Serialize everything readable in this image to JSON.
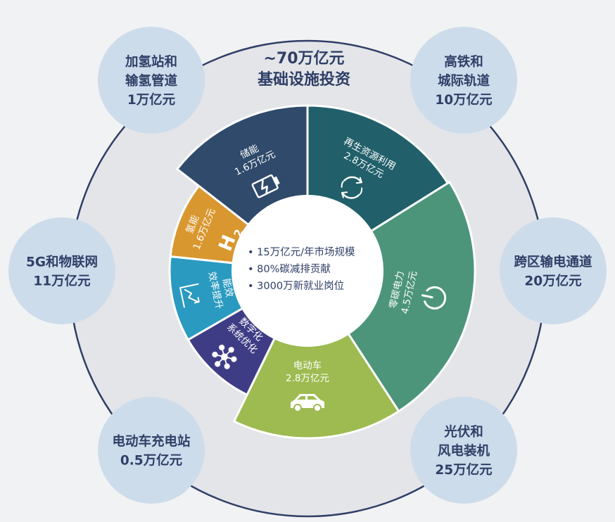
{
  "title": {
    "line1": "~70万亿元",
    "line2": "基础设施投资"
  },
  "center_bullets": [
    "• 15万亿元/年市场规模",
    "• 80%碳减排贡献",
    "• 3000万新就业岗位"
  ],
  "segments": [
    {
      "id": "storage",
      "name": "储能",
      "value_text": "1.6万亿元",
      "value": 1.6,
      "color": "#2f4a6b",
      "icon": "battery-charging-icon"
    },
    {
      "id": "renewable",
      "name": "再生资源利用",
      "value_text": "2.8万亿元",
      "value": 2.8,
      "color": "#21606a",
      "icon": "recycle-arrows-icon"
    },
    {
      "id": "zero-carbon-power",
      "name": "零碳电力",
      "value_text": "4.5万亿元",
      "value": 4.5,
      "color": "#4c957a",
      "icon": "power-button-icon"
    },
    {
      "id": "ev",
      "name": "电动车",
      "value_text": "2.8万亿元",
      "value": 2.8,
      "color": "#9dbb50",
      "icon": "car-icon"
    },
    {
      "id": "digital",
      "name": "数字化",
      "name2": "系统优化",
      "value_text": "",
      "value": 1.8,
      "color": "#3f3c86",
      "icon": "network-nodes-icon"
    },
    {
      "id": "efficiency",
      "name": "能效",
      "name2": "效率提升",
      "value_text": "",
      "value": 1.6,
      "color": "#2a9ac0",
      "icon": "growth-chart-icon"
    },
    {
      "id": "hydrogen",
      "name": "氢能",
      "value_text": "1.6万亿元",
      "value": 1.6,
      "color": "#d9972f",
      "icon": "h2-icon"
    }
  ],
  "bubbles": [
    {
      "id": "hydrogen-stations",
      "lines": [
        "加氢站和",
        "输氢管道",
        "1万亿元"
      ]
    },
    {
      "id": "rail",
      "lines": [
        "高铁和",
        "城际轨道",
        "10万亿元"
      ]
    },
    {
      "id": "5g-iot",
      "lines": [
        "5G和物联网",
        "11万亿元"
      ]
    },
    {
      "id": "transmission",
      "lines": [
        "跨区输电通道",
        "20万亿元"
      ]
    },
    {
      "id": "ev-charging",
      "lines": [
        "电动车充电站",
        "0.5万亿元"
      ]
    },
    {
      "id": "pv-wind",
      "lines": [
        "光伏和",
        "风电装机",
        "25万亿元"
      ]
    }
  ],
  "colors": {
    "outer_ring": "#e3e5e8",
    "outer_ring_stroke": "#2f3f67",
    "bubble": "#cddceb",
    "text_navy": "#2f3f67",
    "center_fill": "#ffffff"
  }
}
